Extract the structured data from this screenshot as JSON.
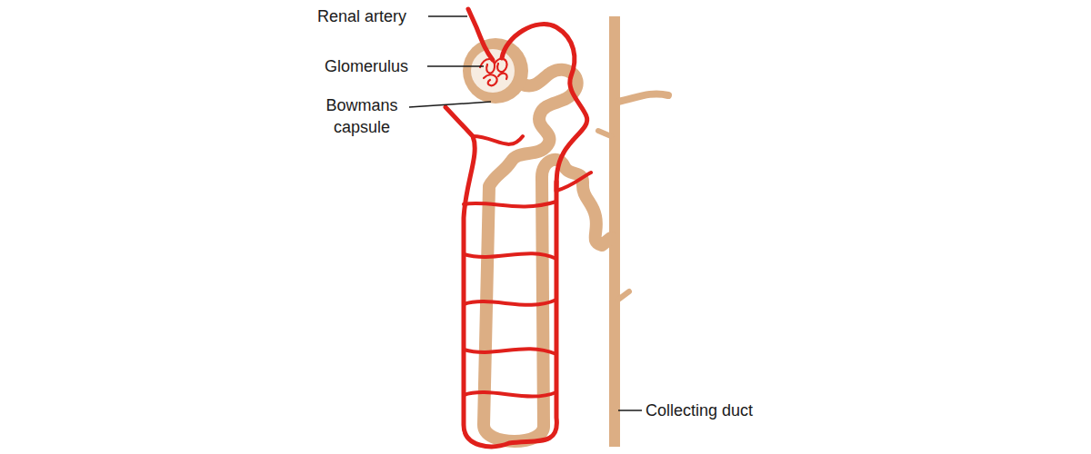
{
  "diagram": {
    "labels": [
      "Renal artery",
      "Glomerulus",
      "Bowmans capsule",
      "Collecting duct"
    ]
  }
}
